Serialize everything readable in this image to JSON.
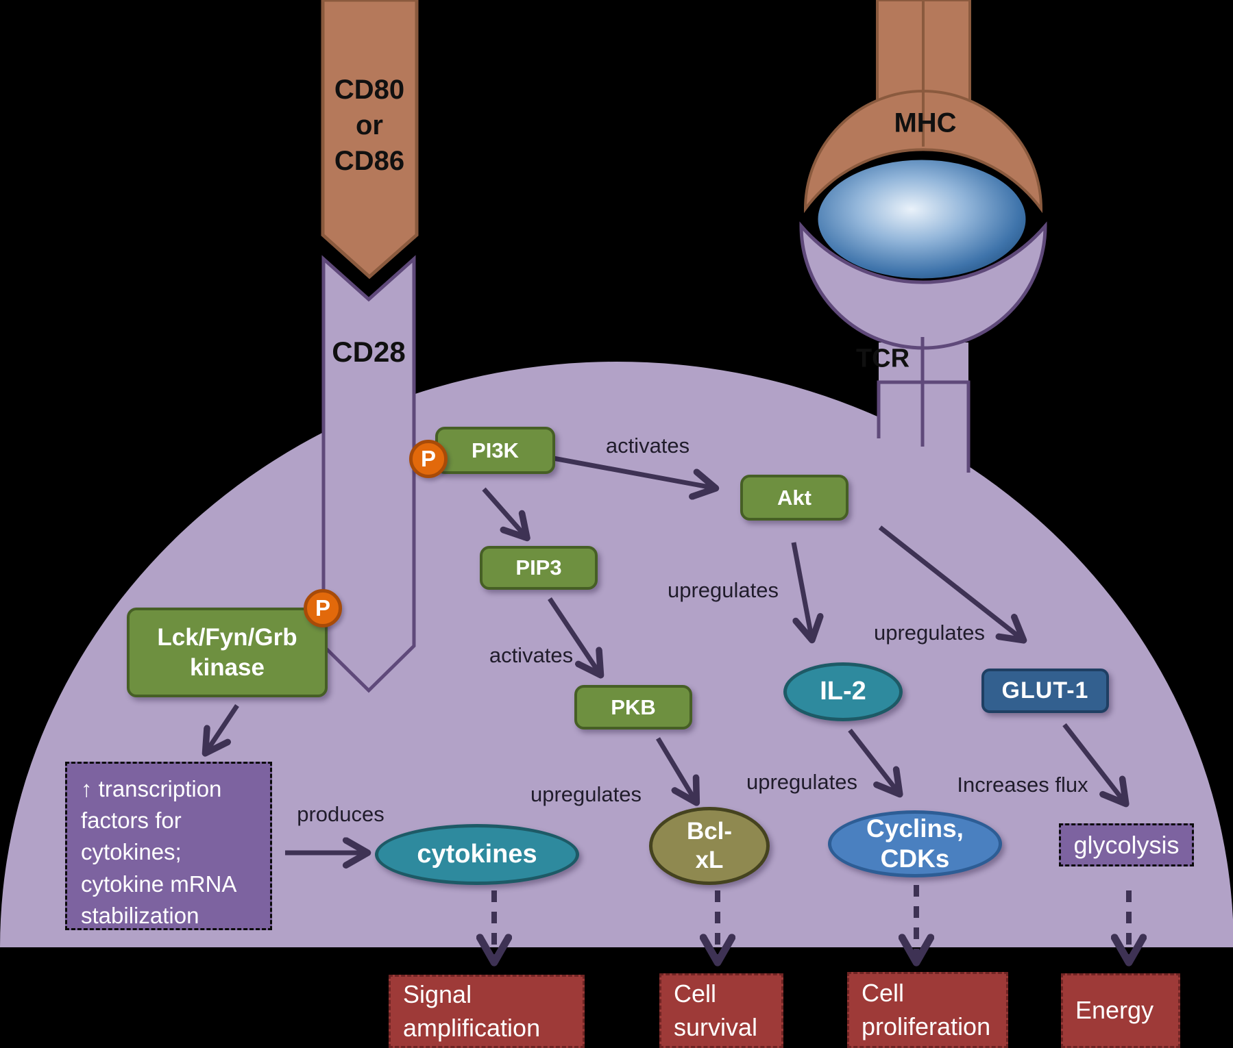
{
  "membrane": {
    "cd80": "CD80\nor\nCD86",
    "cd28": "CD28",
    "mhc": "MHC",
    "tcr": "TCR"
  },
  "phospho": {
    "label": "P"
  },
  "nodes": {
    "lck": "Lck/Fyn/Grb kinase",
    "pi3k": "PI3K",
    "pip3": "PIP3",
    "pkb": "PKB",
    "akt": "Akt",
    "il2": "IL-2",
    "glut1": "GLUT-1",
    "cytokines": "cytokines",
    "bcl": {
      "line1": "Bcl-",
      "line2": "xL"
    },
    "cyclins": {
      "line1": "Cyclins,",
      "line2": "CDKs"
    },
    "transcription": "↑ transcription\nfactors for\ncytokines;\ncytokine mRNA\nstabilization",
    "glycolysis": "glycolysis"
  },
  "edge_labels": {
    "activates1": "activates",
    "activates2": "activates",
    "upregulates1": "upregulates",
    "upregulates2": "upregulates",
    "upregulates3": "upregulates",
    "upregulates4": "upregulates",
    "produces": "produces",
    "increases_flux": "Increases flux"
  },
  "outcomes": {
    "signal": "Signal\namplification",
    "survival": "Cell\nsurvival",
    "proliferation": "Cell\nproliferation",
    "energy": "Energy"
  },
  "colors": {
    "bg": "#000000",
    "lavender": "#b2a2c7",
    "outline": "#5f497a",
    "copper": "#b5795b",
    "copper-dark": "#8a5a3e",
    "green": "#6e9040",
    "green-dark": "#465f25",
    "orange": "#e2690b",
    "orange-dark": "#a84b08",
    "teal": "#2e8a9e",
    "teal-dark": "#1d5a66",
    "olive": "#8f8950",
    "olive-dark": "#45431f",
    "blue": "#4a80c0",
    "blue-dark": "#2d5d95",
    "steel": "#33608f",
    "steel-dark": "#1f3f63",
    "violet": "#7d63a0",
    "red": "#9e3a38",
    "red-dark": "#6f2423",
    "arrow": "#3e3254",
    "label": "#201c2b"
  }
}
